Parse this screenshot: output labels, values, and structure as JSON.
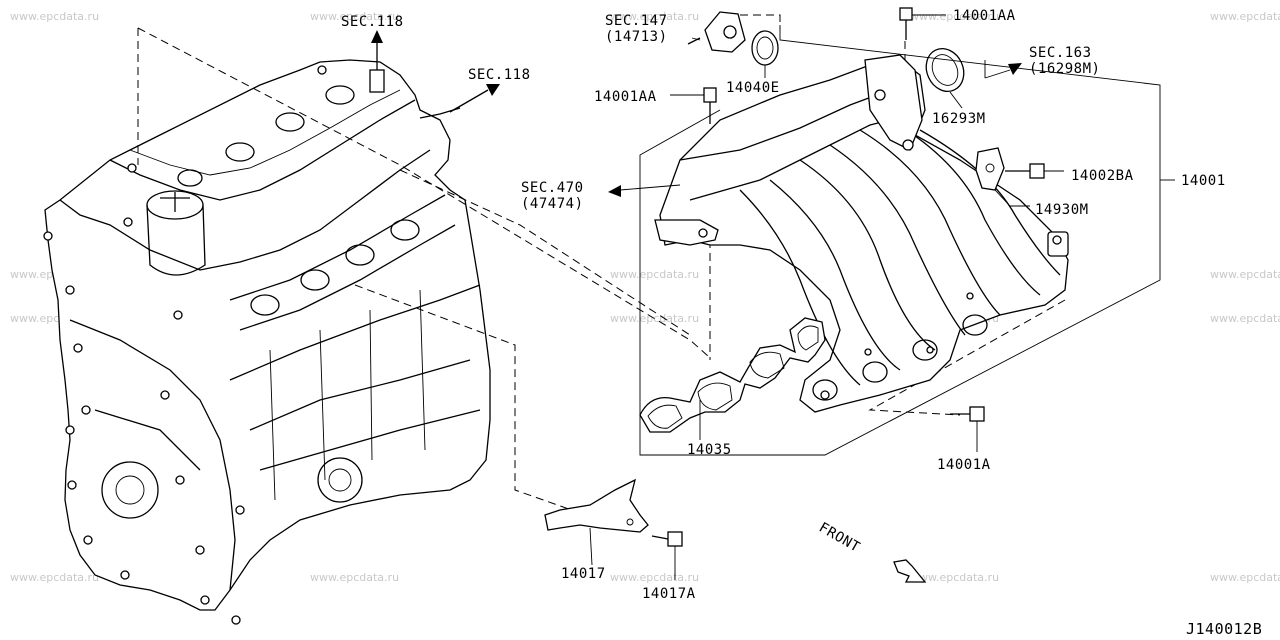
{
  "diagram_code": "J140012B",
  "watermark": "www.epcdata.ru",
  "labels": {
    "sec118_top": "SEC.118",
    "sec118_right": "SEC.118",
    "sec147": "SEC.147",
    "sec147_sub": "(14713)",
    "p14001AA_top": "14001AA",
    "p14001AA_left": "14001AA",
    "p14040E": "14040E",
    "sec163": "SEC.163",
    "sec163_sub": "(16298M)",
    "p16293M": "16293M",
    "p14002BA": "14002BA",
    "p14001": "14001",
    "sec470": "SEC.470",
    "sec470_sub": "(47474)",
    "p14930M": "14930M",
    "p14035": "14035",
    "p14001A": "14001A",
    "p14017": "14017",
    "p14017A": "14017A",
    "front": "FRONT"
  }
}
